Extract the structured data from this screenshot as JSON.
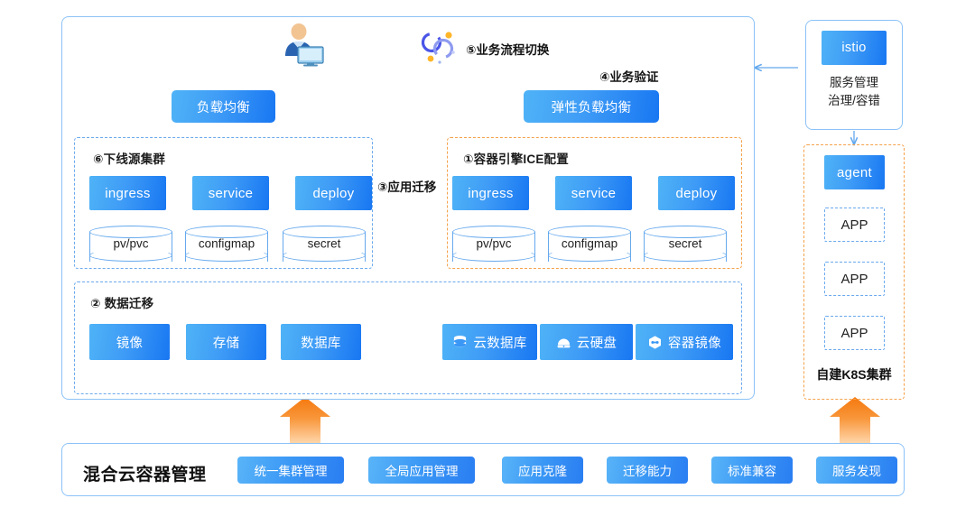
{
  "diagram": {
    "title_bar": {
      "title": "混合云容器管理",
      "buttons": [
        "统一集群管理",
        "全局应用管理",
        "应用克隆",
        "迁移能力",
        "标准兼容",
        "服务发现"
      ]
    },
    "top_flow": {
      "user_icon": "user-monitor-icon",
      "logo_icon": "cloud-rings-icon",
      "label_5": "⑤业务流程切换",
      "label_4": "④业务验证",
      "lb_left": "负载均衡",
      "lb_right": "弹性负载均衡"
    },
    "source_cluster": {
      "title": "⑥下线源集群",
      "row1": [
        "ingress",
        "service",
        "deploy"
      ],
      "row2": [
        "pv/pvc",
        "configmap",
        "secret"
      ]
    },
    "target_cluster": {
      "title": "①容器引擎ICE配置",
      "row1": [
        "ingress",
        "service",
        "deploy"
      ],
      "row2": [
        "pv/pvc",
        "configmap",
        "secret"
      ]
    },
    "migration_label": "③应用迁移",
    "data_migration": {
      "title": "② 数据迁移",
      "sources": [
        "镜像",
        "存储",
        "数据库"
      ],
      "targets": [
        {
          "label": "云数据库",
          "icon": "cloud-database-icon"
        },
        {
          "label": "云硬盘",
          "icon": "cloud-disk-icon"
        },
        {
          "label": "容器镜像",
          "icon": "container-image-icon"
        }
      ]
    },
    "sidebar": {
      "istio": {
        "name": "istio",
        "caption_line1": "服务管理",
        "caption_line2": "治理/容错"
      },
      "k8s": {
        "agent": "agent",
        "apps": [
          "APP",
          "APP",
          "APP"
        ],
        "caption": "自建K8S集群"
      }
    },
    "colors": {
      "blue_light": "#4fb3f7",
      "blue_dark": "#1877f2",
      "orange": "#f5841f",
      "dashed_blue": "#6aa9ee",
      "dashed_orange": "#f5a24b",
      "panel_border": "#8cc2f7"
    }
  }
}
